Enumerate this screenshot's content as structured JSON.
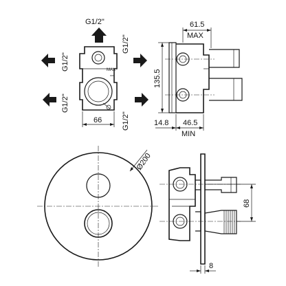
{
  "labels": {
    "top_thread": "G1/2\"",
    "top_right_thread": "G1/2\"",
    "left_upper_thread": "G1/2\"",
    "left_lower_thread": "G1/2\"",
    "right_lower_thread": "G1/2\"",
    "max_mark": "MAX",
    "min_mark": "MIN",
    "width_66": "66",
    "height_135_5": "135.5",
    "depth_61_5": "61.5",
    "depth_max": "MAX",
    "depth_14_8": "14.8",
    "depth_46_5": "46.5",
    "depth_min": "MIN",
    "diameter_200": "Ø200",
    "offset_68": "68",
    "plate_8": "8"
  }
}
